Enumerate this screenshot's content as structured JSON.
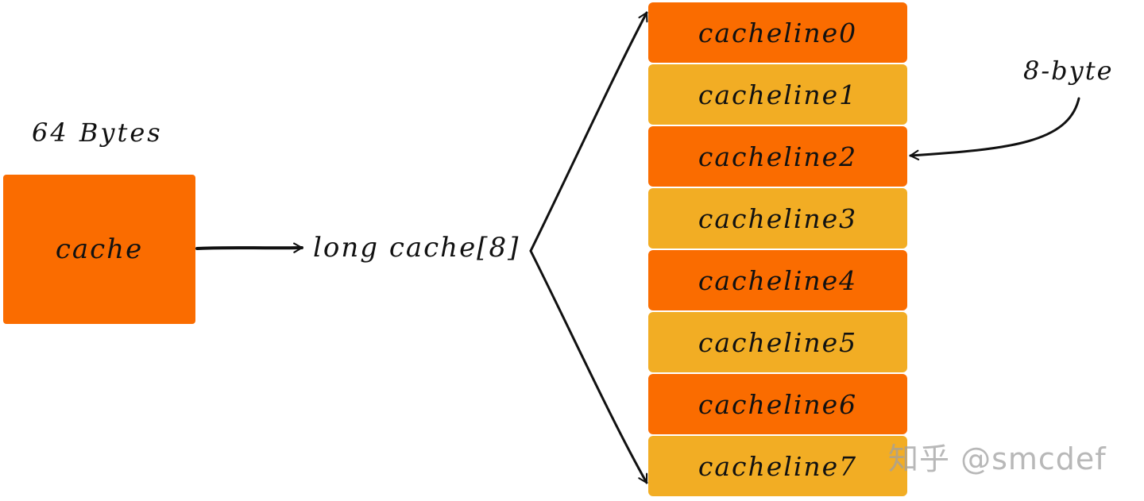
{
  "size_label": "64 Bytes",
  "cache_label": "cache",
  "array_label": "long cache[8]",
  "annotation": "8-byte",
  "watermark": "知乎 @smcdef",
  "colors": {
    "dark_orange": "#fa6c00",
    "light_orange": "#f2ad24",
    "ink": "#111111"
  },
  "cache_lines": [
    {
      "label": "cacheline0",
      "color": "dark_orange"
    },
    {
      "label": "cacheline1",
      "color": "light_orange"
    },
    {
      "label": "cacheline2",
      "color": "dark_orange"
    },
    {
      "label": "cacheline3",
      "color": "light_orange"
    },
    {
      "label": "cacheline4",
      "color": "dark_orange"
    },
    {
      "label": "cacheline5",
      "color": "light_orange"
    },
    {
      "label": "cacheline6",
      "color": "dark_orange"
    },
    {
      "label": "cacheline7",
      "color": "light_orange"
    }
  ]
}
